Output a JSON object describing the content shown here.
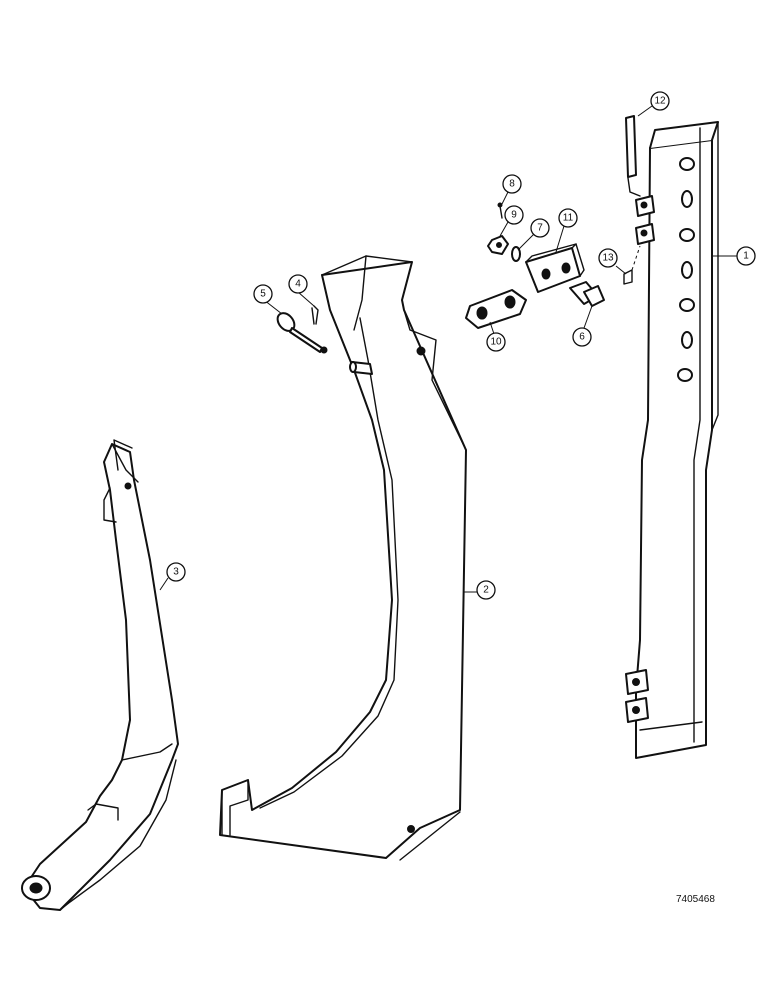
{
  "callouts": [
    {
      "id": "1",
      "label": "1"
    },
    {
      "id": "2",
      "label": "2"
    },
    {
      "id": "3",
      "label": "3"
    },
    {
      "id": "4",
      "label": "4"
    },
    {
      "id": "5",
      "label": "5"
    },
    {
      "id": "6",
      "label": "6"
    },
    {
      "id": "7",
      "label": "7"
    },
    {
      "id": "8",
      "label": "8"
    },
    {
      "id": "9",
      "label": "9"
    },
    {
      "id": "10",
      "label": "10"
    },
    {
      "id": "11",
      "label": "11"
    },
    {
      "id": "12",
      "label": "12"
    },
    {
      "id": "13",
      "label": "13"
    }
  ],
  "reference_number": "7405468"
}
